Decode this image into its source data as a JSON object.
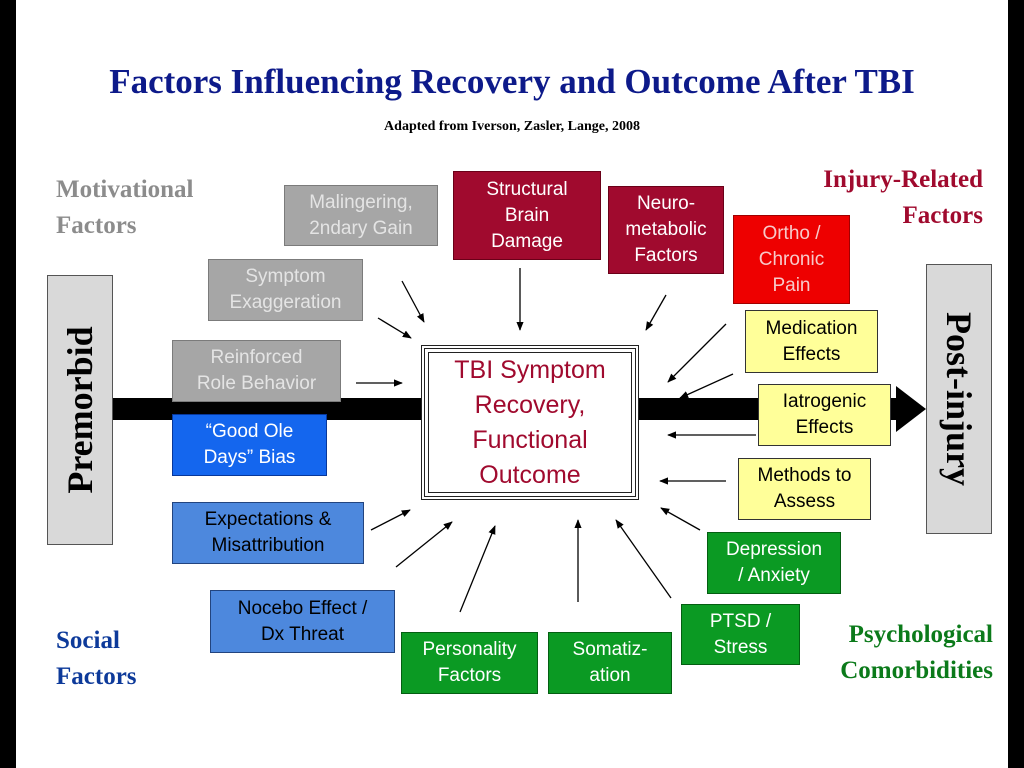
{
  "title": "Factors Influencing Recovery and Outcome After TBI",
  "subtitle": "Adapted from Iverson, Zasler, Lange, 2008",
  "categories": {
    "motivational": "Motivational\nFactors",
    "injury_related": "Injury-Related\nFactors",
    "social": "Social\nFactors",
    "psychological": "Psychological\nComorbidities"
  },
  "sides": {
    "left": "Premorbid",
    "right": "Post-injury"
  },
  "center": "TBI Symptom\nRecovery,\nFunctional\nOutcome",
  "factors": {
    "malingering": "Malingering,\n2ndary Gain",
    "symptom_exaggeration": "Symptom\nExaggeration",
    "reinforced_role": "Reinforced\nRole Behavior",
    "good_ole_days": "“Good Ole\nDays” Bias",
    "expectations": "Expectations &\nMisattribution",
    "nocebo": "Nocebo Effect /\nDx Threat",
    "structural": "Structural\nBrain\nDamage",
    "neurometabolic": "Neuro-\nmetabolic\nFactors",
    "ortho": "Ortho /\nChronic\nPain",
    "medication": "Medication\nEffects",
    "iatrogenic": "Iatrogenic\nEffects",
    "methods": "Methods to\nAssess",
    "depression": "Depression\n/ Anxiety",
    "ptsd": "PTSD /\nStress",
    "somatization": "Somatiz-\nation",
    "personality": "Personality\nFactors"
  },
  "colors": {
    "title": "#0d1a8a",
    "motivational": "#8c8c8c",
    "injury_related": "#a00a2e",
    "social": "#0d3a9a",
    "psychological": "#0b7a1a"
  }
}
